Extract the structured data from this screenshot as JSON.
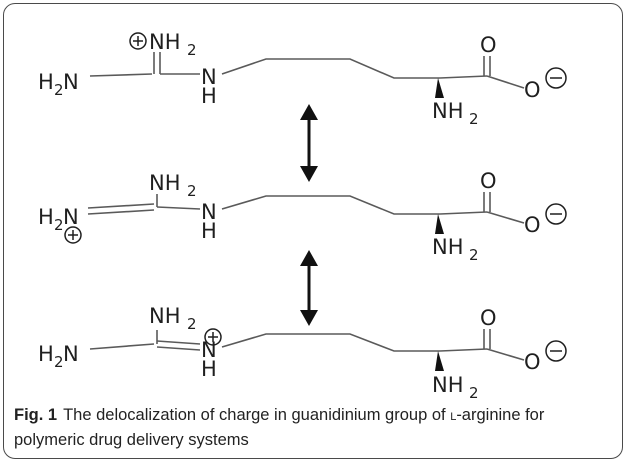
{
  "atoms": {
    "nh2": "NH",
    "h2n_h": "H",
    "h2n_n": "N",
    "two": "2",
    "h": "H",
    "n": "N",
    "o": "O"
  },
  "caption": {
    "label": "Fig. 1",
    "text_before": "The delocalization of charge in guanidinium group of ",
    "smallcaps": "L",
    "text_after": "-arginine for polymeric drug delivery systems"
  }
}
